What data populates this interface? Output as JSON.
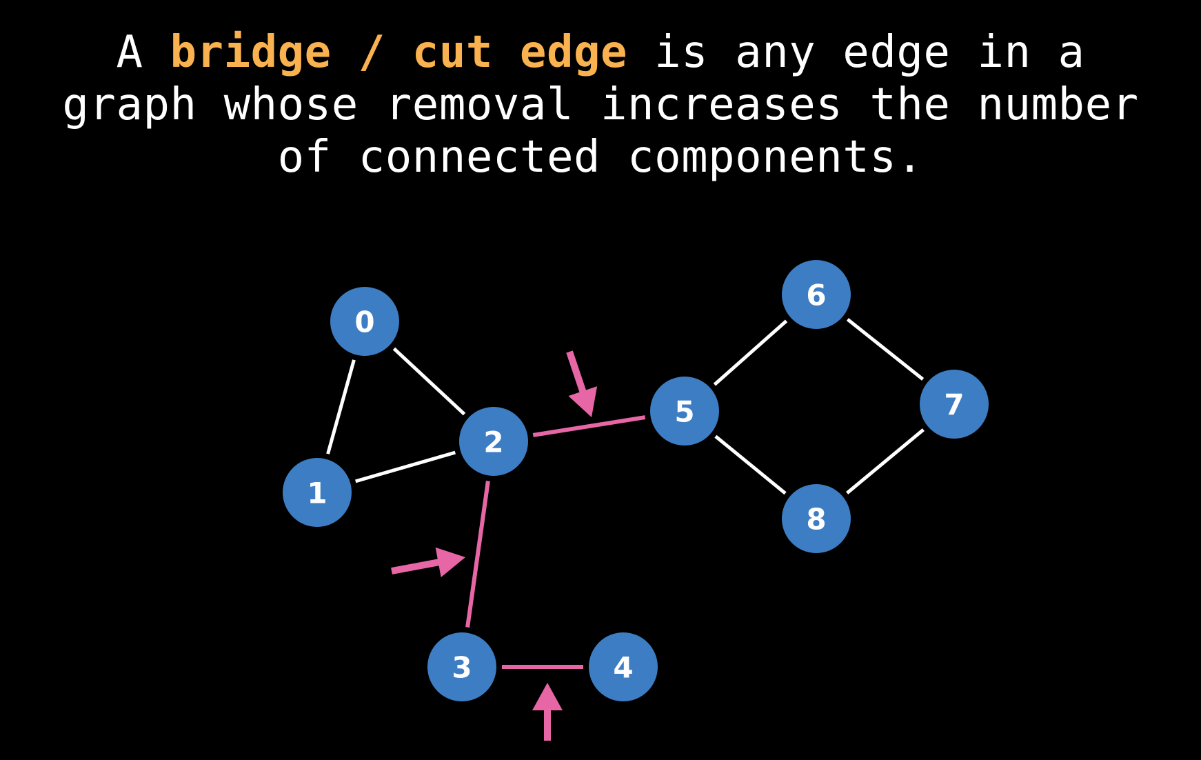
{
  "headline": {
    "prefix": "A ",
    "term": "bridge / cut edge",
    "line1_rest": " is any edge in a",
    "line2": "graph whose removal increases the number",
    "line3": "of connected components."
  },
  "colors": {
    "background": "#000000",
    "text": "#ffffff",
    "term_highlight": "#f9b24f",
    "node_fill": "#3d7dc4",
    "edge_normal": "#ffffff",
    "edge_bridge": "#e767a6",
    "arrow": "#e767a6"
  },
  "graph": {
    "nodes": [
      {
        "id": "0",
        "label": "0"
      },
      {
        "id": "1",
        "label": "1"
      },
      {
        "id": "2",
        "label": "2"
      },
      {
        "id": "3",
        "label": "3"
      },
      {
        "id": "4",
        "label": "4"
      },
      {
        "id": "5",
        "label": "5"
      },
      {
        "id": "6",
        "label": "6"
      },
      {
        "id": "7",
        "label": "7"
      },
      {
        "id": "8",
        "label": "8"
      }
    ],
    "edges": [
      {
        "from": "0",
        "to": "1",
        "bridge": false
      },
      {
        "from": "0",
        "to": "2",
        "bridge": false
      },
      {
        "from": "1",
        "to": "2",
        "bridge": false
      },
      {
        "from": "2",
        "to": "5",
        "bridge": true
      },
      {
        "from": "2",
        "to": "3",
        "bridge": true
      },
      {
        "from": "3",
        "to": "4",
        "bridge": true
      },
      {
        "from": "5",
        "to": "6",
        "bridge": false
      },
      {
        "from": "5",
        "to": "8",
        "bridge": false
      },
      {
        "from": "6",
        "to": "7",
        "bridge": false
      },
      {
        "from": "7",
        "to": "8",
        "bridge": false
      }
    ],
    "bridge_markers": [
      {
        "edge": "2-5"
      },
      {
        "edge": "2-3"
      },
      {
        "edge": "3-4"
      }
    ]
  }
}
